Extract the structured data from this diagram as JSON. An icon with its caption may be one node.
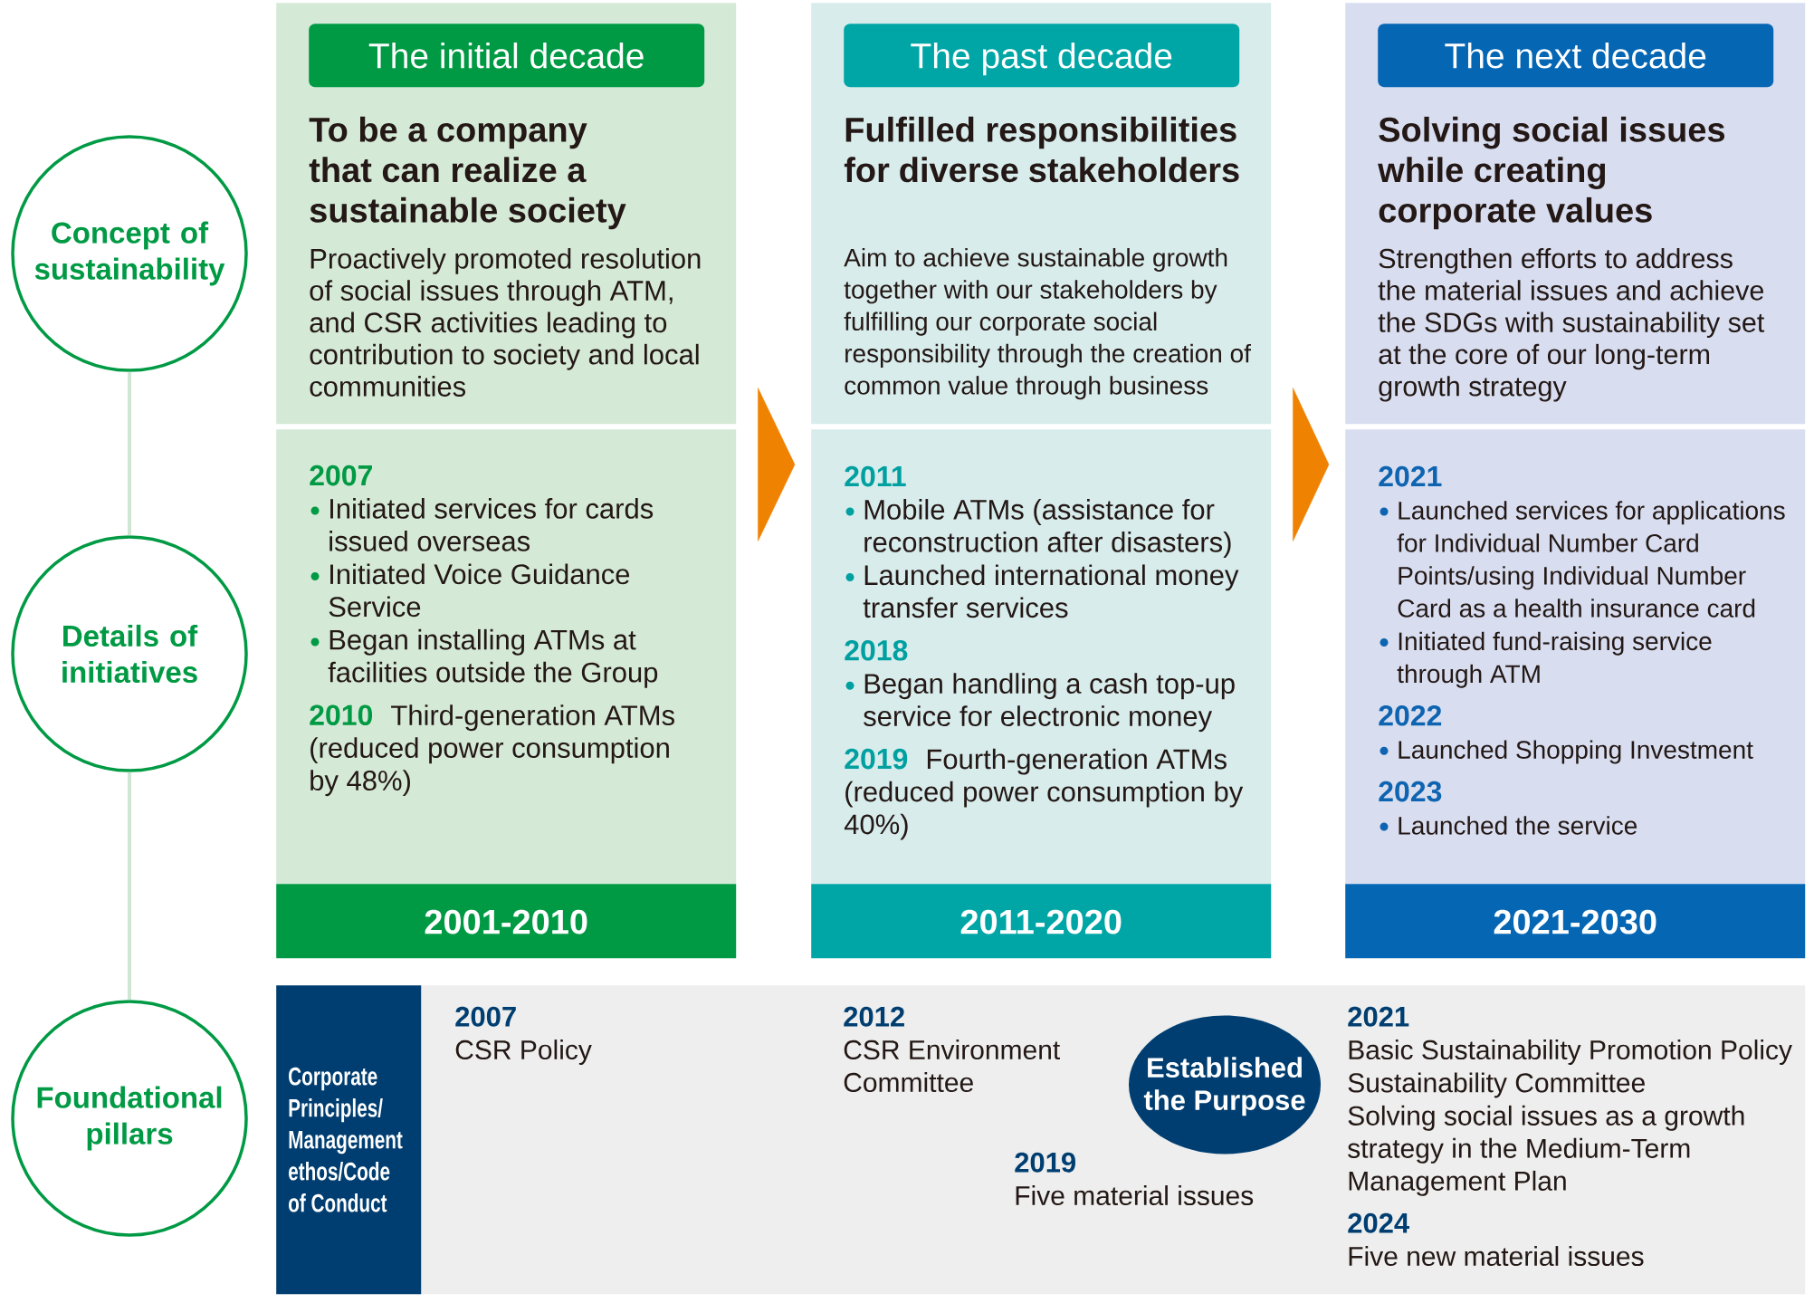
{
  "diagram": {
    "nodes": [
      {
        "text": [
          "Concept of sustainability"
        ]
      },
      {
        "text": [
          "To be a company that can realize a sustainable society",
          "Proactively promoted resolution of social issues through ATM, and CSR activities leading to contribution to society and local communities"
        ]
      },
      {
        "text": [
          "The initial decade"
        ],
        "in": 1
      },
      {
        "text": [
          "Fulfilled responsibilities for diverse stakeholders",
          "Aim to achieve sustainable growth together with our stakeholders by fulfilling our corporate social responsibility through the creation of common value through business"
        ]
      },
      {
        "text": [
          "The past decade"
        ],
        "in": 3
      },
      {
        "text": [
          "Solving social issues while creating corporate values",
          "Strengthen efforts to address the material issues and achieve the SDGs with sustainability set at the core of our long-term growth strategy"
        ]
      },
      {
        "text": [
          "The next decade"
        ],
        "in": 5
      },
      {
        "text": [
          "Details of initiatives"
        ]
      },
      {
        "text": [
          "2007",
          "Initiated services for cards issued overseas",
          "Initiated Voice Guidance Service",
          "Began installing ATMs at facilities outside the Group",
          "2010",
          "Third-generation ATMs (reduced power consumption by 48%)"
        ]
      },
      {
        "text": [
          "2011",
          "Mobile ATMs (assistance for reconstruction after disasters)",
          "Launched international money transfer services",
          "2018",
          "Began handling a cash top-up service for electronic money",
          "2019",
          "Fourth-generation ATMs (reduced power consumption by 40%)"
        ]
      },
      {
        "text": [
          "2021",
          "Launched services for applications for Individual Number Card Points/using Individual Number Card as a health insurance card",
          "Initiated fund-raising service through ATM",
          "2022",
          "Launched Shopping Investment",
          "2023",
          "Launched the service"
        ]
      },
      {
        "text": [
          "2001-2010"
        ]
      },
      {
        "text": [
          "2011-2020"
        ]
      },
      {
        "text": [
          "2021-2030"
        ]
      },
      {
        "text": [
          "Foundational pillars"
        ]
      },
      {
        "text": [
          "2007",
          "CSR Policy",
          "2012",
          "CSR Environment Committee",
          "2019",
          "Five material issues",
          "2021",
          "Basic Sustainability Promotion Policy",
          "Sustainability Committee",
          "Solving social issues as a growth strategy in the Medium-Term Management Plan",
          "2024",
          "Five new material issues"
        ]
      },
      {
        "text": [
          "Corporate Principles/ Management ethos/Code of Conduct"
        ],
        "in": 15
      },
      {
        "text": [
          "Established the Purpose"
        ],
        "in": 15
      }
    ],
    "edges": [
      {
        "from": 0,
        "to": 7,
        "arrow": "none",
        "color": "#cfe6d5"
      },
      {
        "from": 7,
        "to": 14,
        "arrow": "none",
        "color": "#cfe6d5"
      },
      {
        "from": 8,
        "to": 9,
        "arrow": "to",
        "color": "#ef8200"
      },
      {
        "from": 9,
        "to": 10,
        "arrow": "to",
        "color": "#ef8200"
      }
    ]
  }
}
